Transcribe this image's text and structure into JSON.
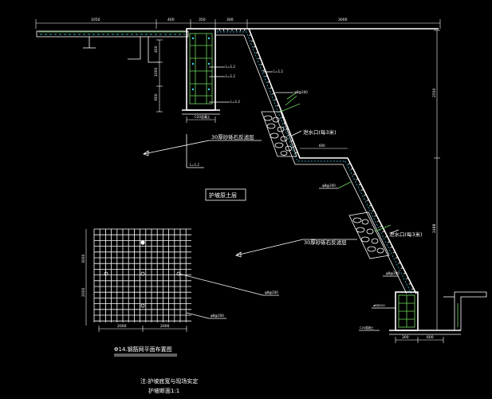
{
  "top_dims": [
    "1050",
    "400",
    "350",
    "300",
    "3000"
  ],
  "right_dims": [
    "2550",
    "2488"
  ],
  "left_dims": [
    "400",
    "1000",
    "600"
  ],
  "bottom_dims": [
    "300",
    "600"
  ],
  "grid_dims": {
    "left_upper": "3000",
    "left_lower": "2000",
    "bottom_left": "2000",
    "bottom_right": "2000"
  },
  "labels": {
    "gravel_1": "30厚砂砾石反滤层",
    "gravel_2": "30厚砂砾石反滤层",
    "drain_1": "泄水口(每3米)",
    "drain_2": "泄水口(每3米)",
    "slope_soil": "护坡原土层",
    "grid_title": "Φ14.钢筋网平面布置图",
    "note_line1": "注:护坡底宽与现场实定",
    "note_line2": "护坡断面1:1"
  },
  "small_annotations": {
    "anchor_top": "φ8@200",
    "anchor_mid": "φ8@200",
    "anchor_low": "φ8@200",
    "grid_tag": "φ8@200",
    "grid_callout": "φ8@200",
    "rebar_a": "L=1.2",
    "rebar_b": "L=1.2",
    "rebar_c": "L=1.2",
    "rebar_d": "L=1.2",
    "foot_label": "C20混凝土",
    "mid_width": "600"
  },
  "colors": {
    "background": "#000000",
    "line": "#ffffff",
    "green": "#6fd85d",
    "cyan": "#3fd7ff",
    "yellow": "#e8d84a",
    "red": "#ff4040"
  }
}
